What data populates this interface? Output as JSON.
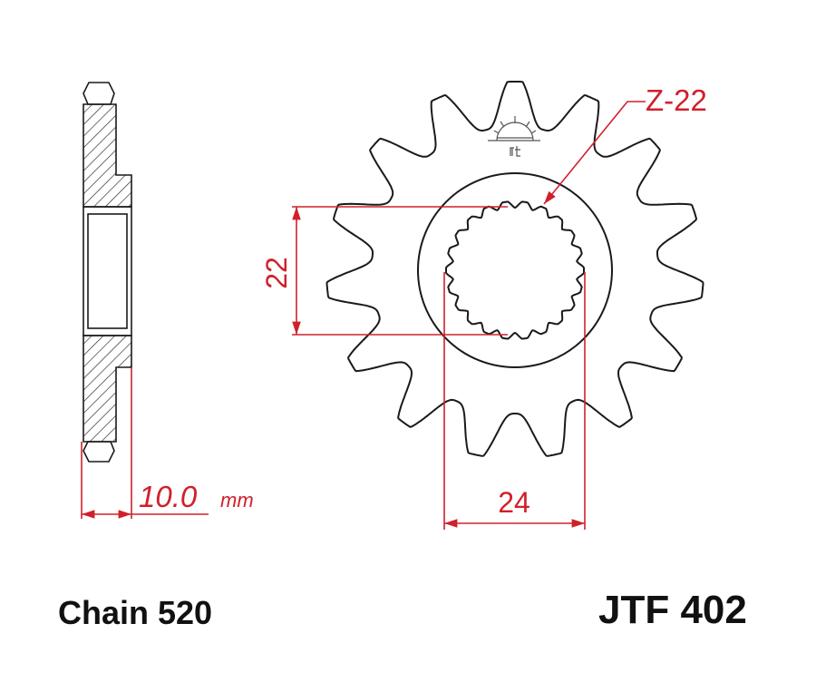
{
  "drawing": {
    "tooth_count": 15,
    "spline_label": "Z-22",
    "bore_dimension": "22",
    "spline_width_dimension": "24",
    "thickness_value": "10.0",
    "thickness_unit": "mm",
    "colors": {
      "outline": "#1a1a1a",
      "dimension": "#d0202a"
    }
  },
  "footer": {
    "chain": "Chain 520",
    "part_number": "JTF 402"
  }
}
